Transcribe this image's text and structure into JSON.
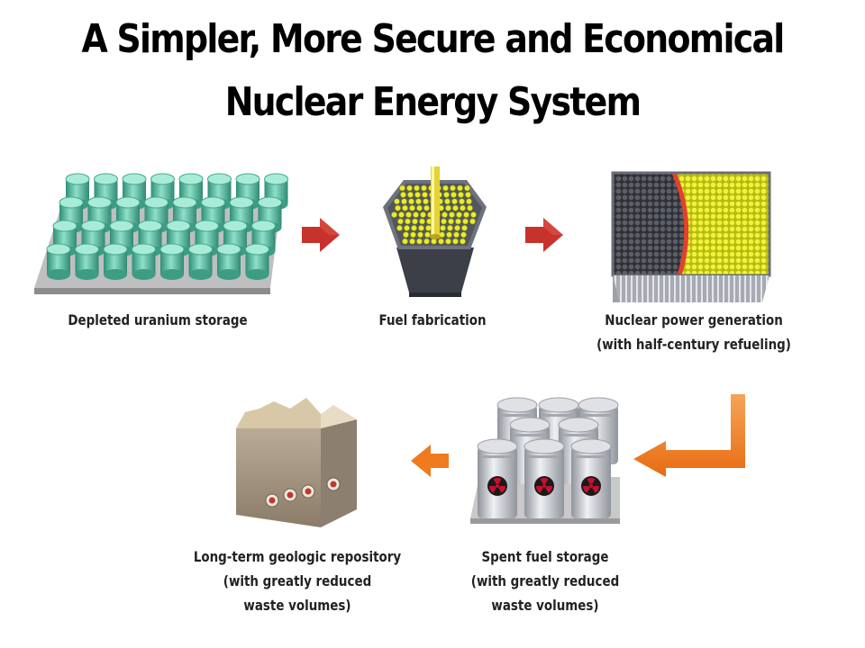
{
  "title": {
    "line1": "A Simpler, More Secure and Economical",
    "line2": "Nuclear Energy System"
  },
  "steps": [
    {
      "id": "depleted-uranium-storage",
      "lines": [
        "Depleted uranium storage"
      ]
    },
    {
      "id": "fuel-fabrication",
      "lines": [
        "Fuel fabrication"
      ]
    },
    {
      "id": "nuclear-power-generation",
      "lines": [
        "Nuclear power generation",
        "(with half-century refueling)"
      ]
    },
    {
      "id": "spent-fuel-storage",
      "lines": [
        "Spent fuel storage",
        "(with greatly reduced",
        "waste volumes)"
      ]
    },
    {
      "id": "geologic-repository",
      "lines": [
        "Long-term geologic repository",
        "(with greatly reduced",
        "waste volumes)"
      ]
    }
  ],
  "colors": {
    "arrow_red": "#c8322c",
    "arrow_orange": "#ef7b1e",
    "uranium_teal": "#5fc4a8",
    "fuel_yellow": "#e9ec2a",
    "depleted_gray": "#4c4f58",
    "burn_front_red": "#e4412c",
    "canister_silver": "#c8cbd1",
    "trefoil_red": "#c8102e",
    "rock_tan": "#b9ab96"
  },
  "icons": [
    "uranium-cylinder-stack",
    "hexagonal-fuel-assembly",
    "reactor-core-block",
    "spent-fuel-canisters",
    "radiation-trefoil-icon",
    "geologic-rock-block"
  ]
}
